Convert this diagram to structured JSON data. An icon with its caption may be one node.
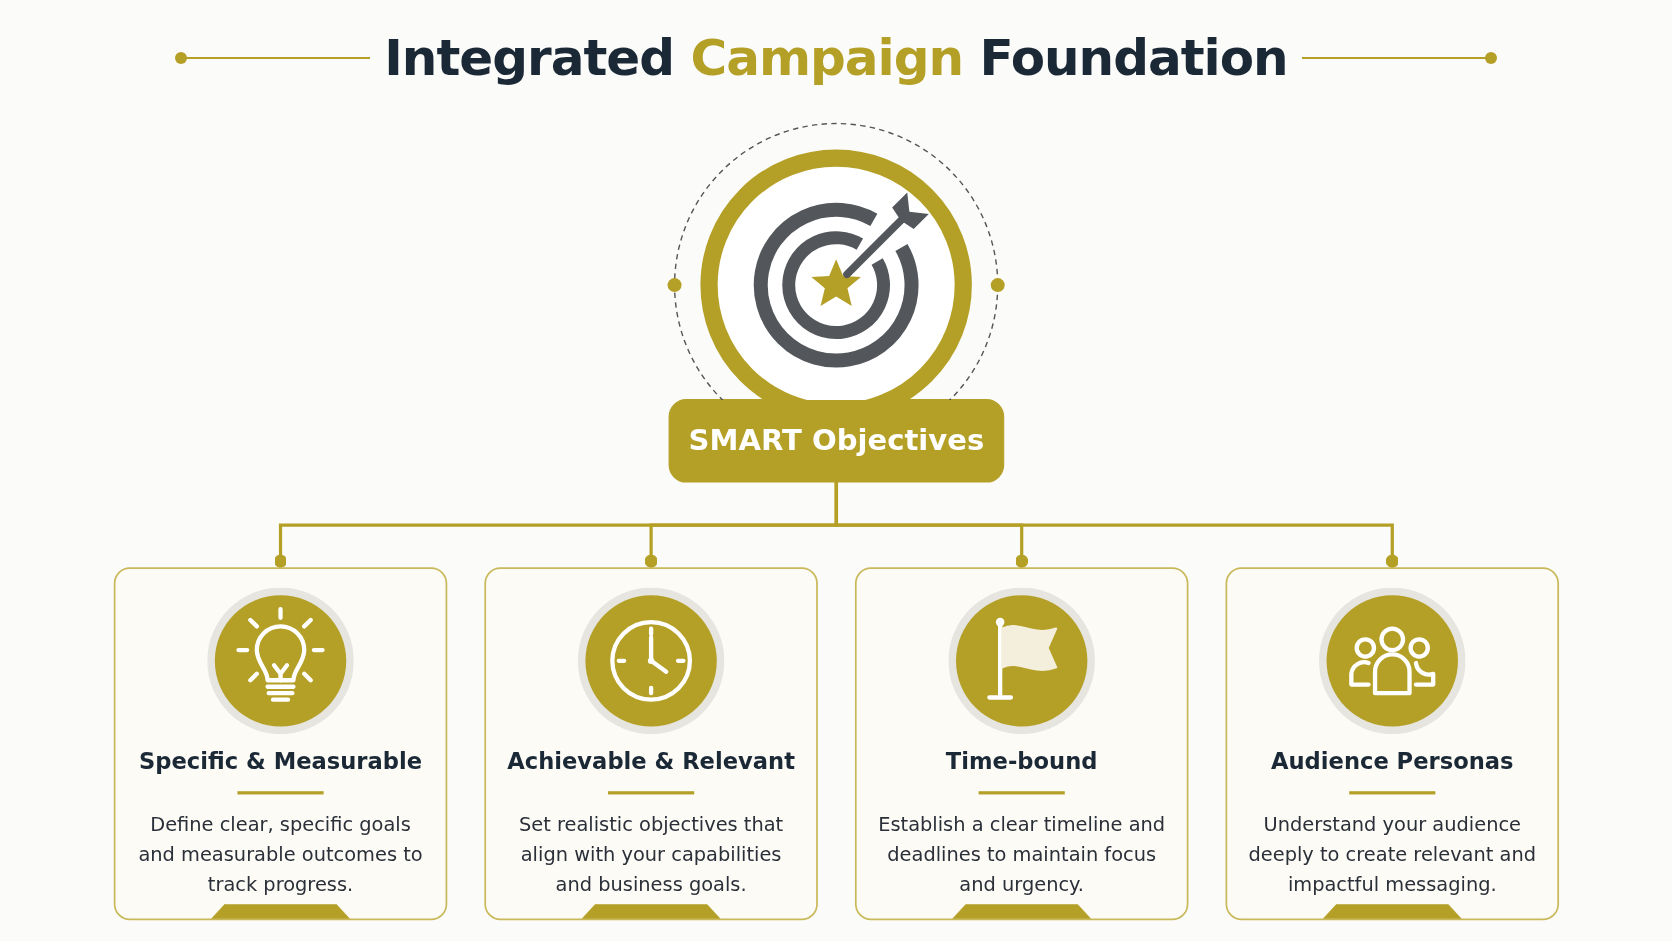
{
  "diagram": {
    "title": "Integrated Campaign Foundation",
    "nodes": [
      {
        "text": [
          "SMART Objectives"
        ]
      },
      {
        "text": [
          "Specific & Measurable",
          "Define clear, specific goals and measurable outcomes to track progress."
        ]
      },
      {
        "text": [
          "Achievable & Relevant",
          "Set realistic objectives that align with your capabilities and business goals."
        ]
      },
      {
        "text": [
          "Time-bound",
          "Establish a clear timeline and deadlines to maintain focus and urgency."
        ]
      },
      {
        "text": [
          "Audience Personas",
          "Understand your audience deeply to create relevant and impactful messaging."
        ]
      }
    ],
    "edges": [
      {
        "from": 0,
        "to": 1,
        "arrow": "other"
      },
      {
        "from": 0,
        "to": 2,
        "arrow": "other"
      },
      {
        "from": 0,
        "to": 3,
        "arrow": "other"
      },
      {
        "from": 0,
        "to": 4,
        "arrow": "other"
      }
    ]
  }
}
